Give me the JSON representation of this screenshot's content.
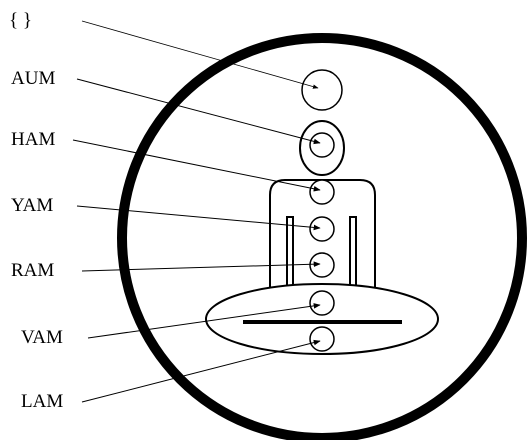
{
  "labels": {
    "braces": "{    }",
    "aum": "AUM",
    "ham": "HAM",
    "yam": "YAM",
    "ram": "RAM",
    "vam": "VAM",
    "lam": "LAM"
  }
}
